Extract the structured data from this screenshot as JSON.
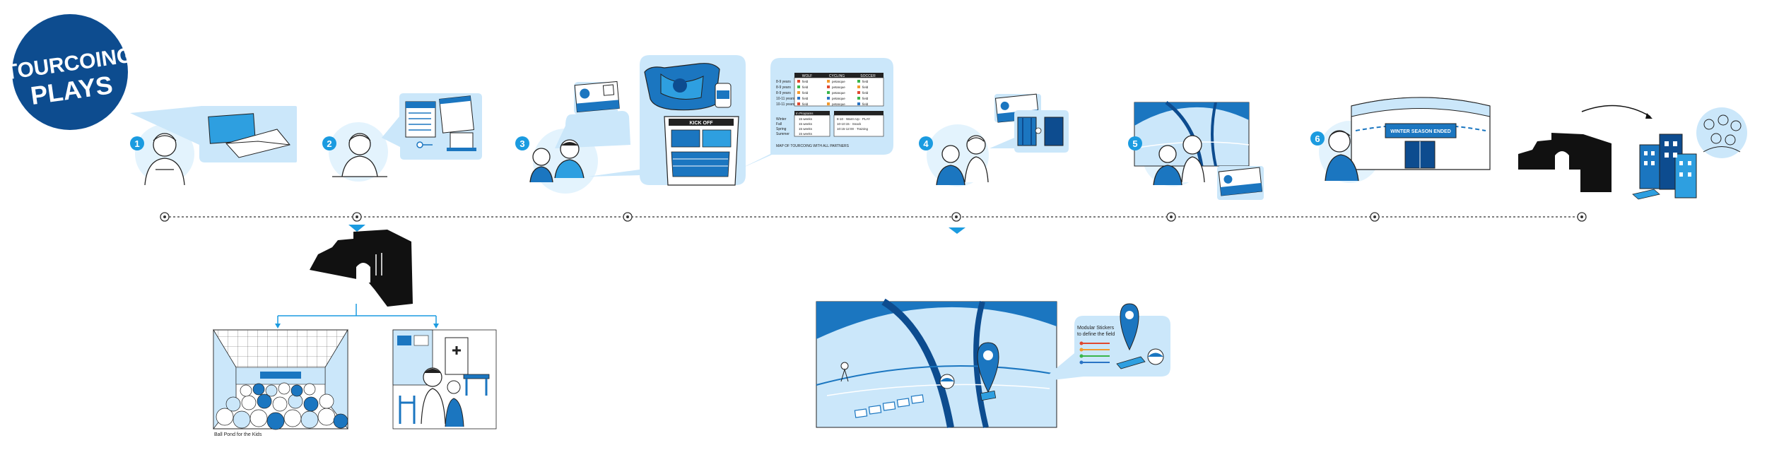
{
  "logo": {
    "line1": "TOURCOING",
    "line2": "PLAYS"
  },
  "steps": [
    {
      "number": "1"
    },
    {
      "number": "2"
    },
    {
      "number": "3"
    },
    {
      "number": "4"
    },
    {
      "number": "5"
    },
    {
      "number": "6"
    }
  ],
  "poster": {
    "header": "KICK OFF"
  },
  "schedule": {
    "columns": [
      "WOLF",
      "CYCLING",
      "SOCCER"
    ],
    "age_rows": [
      "8-9 years",
      "8-9 years",
      "8-9 years",
      "10-11 years",
      "10-11 years"
    ],
    "cells": [
      [
        "field",
        "petanque",
        "field"
      ],
      [
        "field",
        "petanque",
        "field"
      ],
      [
        "field",
        "petanque",
        "field"
      ],
      [
        "field",
        "petanque",
        "field"
      ],
      [
        "field",
        "petanque",
        "field"
      ]
    ],
    "season_rows": [
      "Winter",
      "Fall",
      "Spring",
      "Summer"
    ],
    "programs_header": "In Programs",
    "week_cells": [
      "15 weeks",
      "15 weeks",
      "15 weeks",
      "15 weeks"
    ],
    "time_header": "",
    "time_cells": [
      "8-10 · Warm Up · PLAY",
      "10-10:15 · Snack",
      "10:15-12:00 · Training",
      ""
    ],
    "footer": "MAP OF TOURCOING WITH ALL PARTNERS"
  },
  "banner": {
    "text": "WINTER SEASON ENDED"
  },
  "ball_pond": {
    "caption": "Ball Pond for the Kids"
  },
  "stickers": {
    "title": "Modular Stickers",
    "subtitle": "to define the field"
  },
  "colors": {
    "primary": "#1b76c0",
    "light": "#cbe7fa",
    "navy": "#0d4c8f",
    "sky": "#2e9fe0",
    "sticker_red": "#e0482f",
    "sticker_orange": "#f29a2e",
    "sticker_green": "#39b54a",
    "sticker_blue": "#2a74c5"
  }
}
